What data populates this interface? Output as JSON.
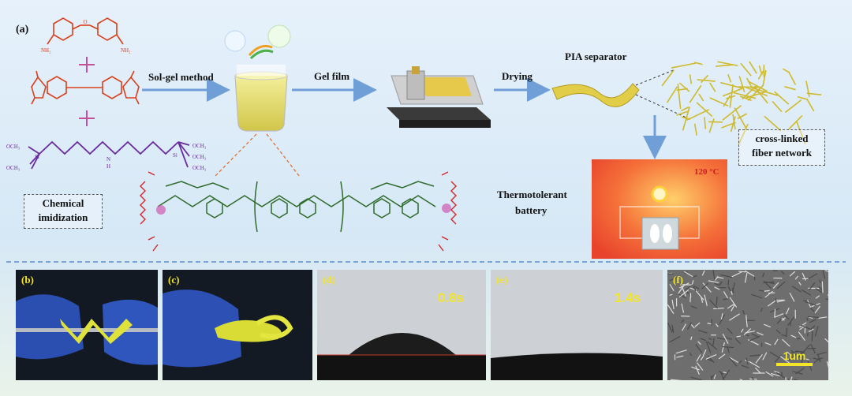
{
  "panel_label": "(a)",
  "arrow_labels": {
    "sol_gel": "Sol-gel method",
    "gel_film": "Gel film",
    "drying": "Drying"
  },
  "box_chemical_line1": "Chemical",
  "box_chemical_line2": "imidization",
  "box_network_line1": "cross-linked",
  "box_network_line2": "fiber network",
  "pia_separator": "PIA separator",
  "battery_line1": "Thermotolerant",
  "battery_line2": "battery",
  "temperature": "120 °C",
  "chem_labels": {
    "nh2_left": "NH₂",
    "nh2_right": "NH₂",
    "och3": "OCH₃",
    "si": "Si",
    "nh": "N",
    "h": "H"
  },
  "photos": [
    {
      "label": "(b)"
    },
    {
      "label": "(c)"
    },
    {
      "label": "(d)",
      "time": "0.8s"
    },
    {
      "label": "(e)",
      "time": "1.4s"
    },
    {
      "label": "(f)",
      "scale": "1um"
    }
  ],
  "colors": {
    "arrow": "#6f9fd6",
    "monomer": "#d9401c",
    "silane": "#6a2aa0",
    "polymer": "#2f6b2a",
    "crosslink": "#d4262a",
    "film": "#d8c23a",
    "text_highlight": "#f2e52a",
    "divider": "#5b8fd0"
  }
}
